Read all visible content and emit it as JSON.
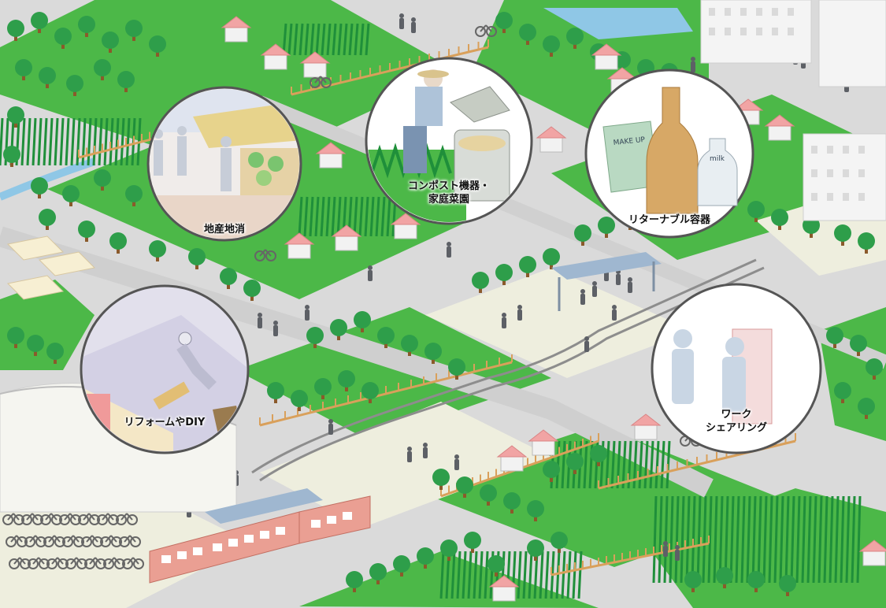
{
  "vignettes": {
    "local_production": {
      "label": "地産地消"
    },
    "compost": {
      "label_line1": "コンポスト機器・",
      "label_line2": "家庭菜園"
    },
    "returnable": {
      "label": "リターナブル容器",
      "bag_text": "MAKE UP",
      "bottle_text": "milk"
    },
    "reform": {
      "label": "リフォームやDIY"
    },
    "work_sharing": {
      "label_line1": "ワーク",
      "label_line2": "シェアリング"
    }
  },
  "colors": {
    "grass": "#4cb848",
    "light_grass": "#9fd98a",
    "road": "#d7d7d7",
    "plaza": "#eeeede",
    "tree_crown": "#2e9e4a",
    "tree_trunk": "#8a5a2b",
    "fence": "#d9a05b",
    "building": "#f2f2f2",
    "roof": "#f1a4a4",
    "train": "#ea9f93",
    "person": "#5d6066",
    "crop": "#1f8f3a"
  }
}
